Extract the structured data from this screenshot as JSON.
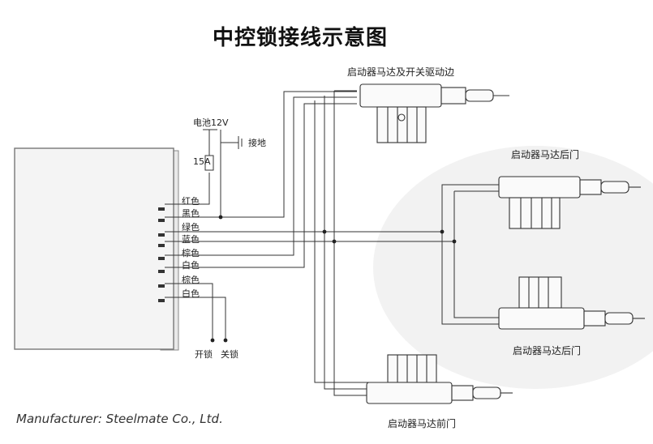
{
  "title": "中控锁接线示意图",
  "battery_label": "电池12V",
  "fuse_label": "15A",
  "ground_label": "接地",
  "wires": [
    "红色",
    "黑色",
    "绿色",
    "蓝色",
    "棕色",
    "白色",
    "棕色",
    "白色"
  ],
  "unlock_label": "开锁",
  "lock_label": "关锁",
  "actuators": {
    "driver": "启动器马达及开关驱动边",
    "rear_top": "启动器马达后门",
    "rear_bottom": "启动器马达后门",
    "front": "启动器马达前门"
  },
  "manufacturer": "Manufacturer: Steelmate Co., Ltd."
}
